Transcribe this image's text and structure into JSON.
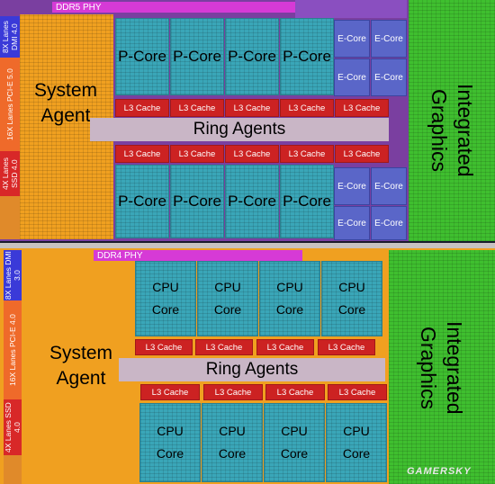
{
  "top_die": {
    "phy_label": "DDR5 PHY",
    "system_agent": "System Agent",
    "io": [
      "8X Lanes DMI 4.0",
      "16X Lanes PCI-E 5.0",
      "4X Lanes SSD 4.0"
    ],
    "pcore_label": "P-Core",
    "ecore_label": "E-Core",
    "cache_label": "L3 Cache",
    "ring_label": "Ring Agents",
    "graphics_label": "Integrated Graphics"
  },
  "bottom_die": {
    "phy_label": "DDR4 PHY",
    "system_agent": "System Agent",
    "io": [
      "8X Lanes DMI 3.0",
      "16X Lanes PCI-E 4.0",
      "4X Lanes SSD 4.0"
    ],
    "cpu_line1": "CPU",
    "cpu_line2": "Core",
    "cache_label": "L3 Cache",
    "ring_label": "Ring Agents",
    "graphics_label": "Integrated Graphics"
  },
  "watermark": "GAMERSKY"
}
